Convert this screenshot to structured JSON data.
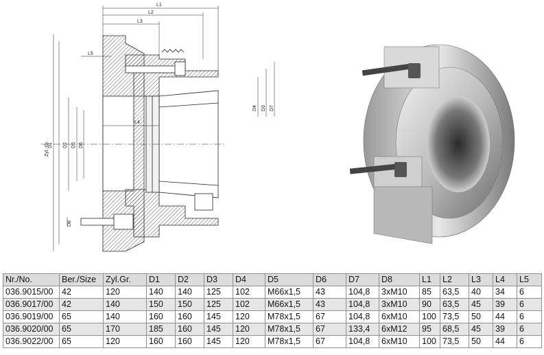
{
  "drawing": {
    "dimension_labels": {
      "L1": "L1",
      "L2": "L2",
      "L3": "L3",
      "L4": "L4",
      "L5": "L5",
      "D1": "D1",
      "D2": "D2",
      "D3": "D3",
      "D4": "D4",
      "D5": "D5",
      "D6": "D6",
      "D7": "D7",
      "D8": "D8",
      "zyl": "Zyl.-Gr."
    }
  },
  "table": {
    "headers": [
      "Nr./No.",
      "Ber./Size",
      "Zyl.Gr.",
      "D1",
      "D2",
      "D3",
      "D4",
      "D5",
      "D6",
      "D7",
      "D8",
      "L1",
      "L2",
      "L3",
      "L4",
      "L5"
    ],
    "rows": [
      [
        "036.9015/00",
        "42",
        "120",
        "140",
        "140",
        "125",
        "102",
        "M66x1,5",
        "43",
        "104,8",
        "3xM10",
        "85",
        "63,5",
        "40",
        "34",
        "6"
      ],
      [
        "036.9017/00",
        "42",
        "140",
        "150",
        "150",
        "125",
        "102",
        "M66x1,5",
        "43",
        "104,8",
        "3xM10",
        "90",
        "63,5",
        "45",
        "39",
        "6"
      ],
      [
        "036.9019/00",
        "65",
        "140",
        "160",
        "160",
        "145",
        "120",
        "M78x1,5",
        "67",
        "104,8",
        "6xM10",
        "100",
        "73,5",
        "50",
        "44",
        "6"
      ],
      [
        "036.9020/00",
        "65",
        "170",
        "185",
        "160",
        "145",
        "120",
        "M78x1,5",
        "67",
        "133,4",
        "6xM12",
        "95",
        "68,5",
        "45",
        "39",
        "6"
      ],
      [
        "036.9022/00",
        "65",
        "120",
        "160",
        "160",
        "145",
        "120",
        "M78x1,5",
        "67",
        "104,8",
        "6xM10",
        "100",
        "73,5",
        "50",
        "44",
        "6"
      ]
    ]
  }
}
